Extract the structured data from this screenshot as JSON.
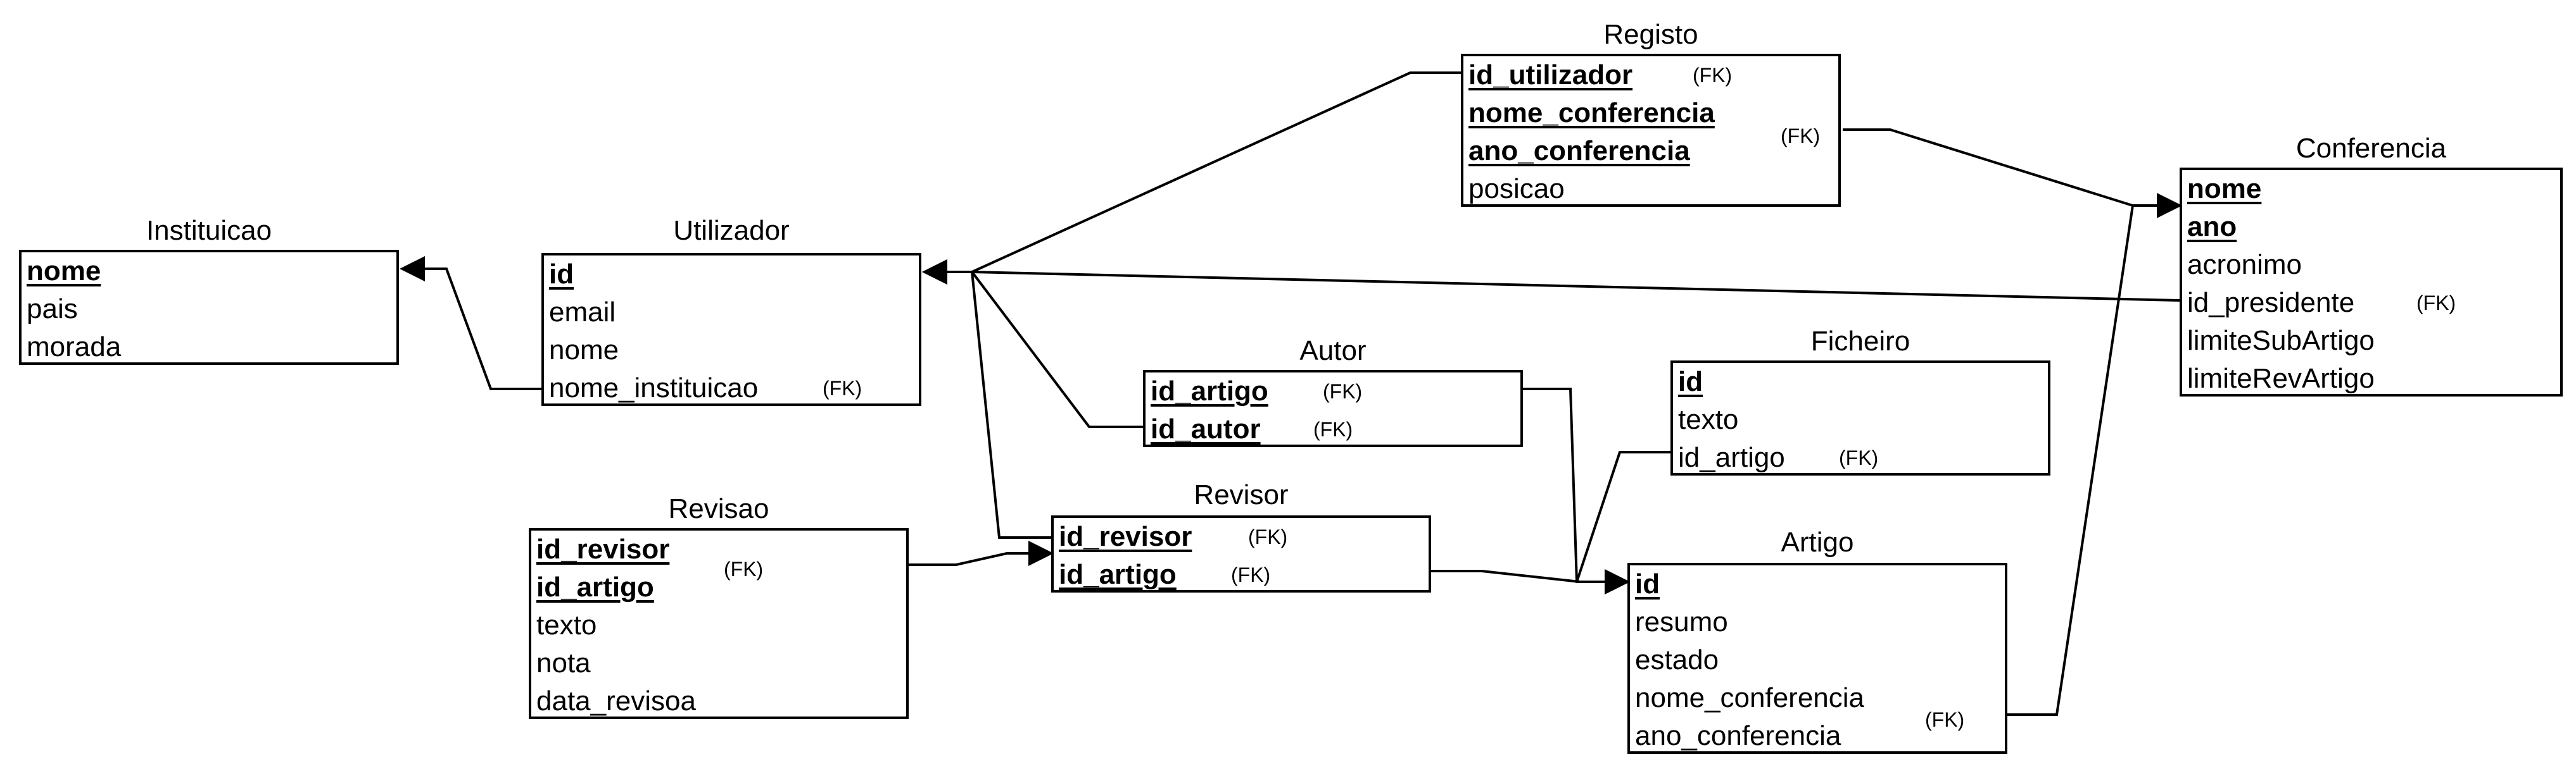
{
  "fk_marker": "(FK)",
  "entities": {
    "instituicao": {
      "title": "Instituicao",
      "rows": [
        "nome",
        "pais",
        "morada"
      ]
    },
    "utilizador": {
      "title": "Utilizador",
      "rows": [
        "id",
        "email",
        "nome",
        "nome_instituicao"
      ]
    },
    "registo": {
      "title": "Registo",
      "rows": [
        "id_utilizador",
        "nome_conferencia",
        "ano_conferencia",
        "posicao"
      ]
    },
    "conferencia": {
      "title": "Conferencia",
      "rows": [
        "nome",
        "ano",
        "acronimo",
        "id_presidente",
        "limiteSubArtigo",
        "limiteRevArtigo"
      ]
    },
    "autor": {
      "title": "Autor",
      "rows": [
        "id_artigo",
        "id_autor"
      ]
    },
    "ficheiro": {
      "title": "Ficheiro",
      "rows": [
        "id",
        "texto",
        "id_artigo"
      ]
    },
    "revisao": {
      "title": "Revisao",
      "rows": [
        "id_revisor",
        "id_artigo",
        "texto",
        "nota",
        "data_revisoa"
      ]
    },
    "revisor": {
      "title": "Revisor",
      "rows": [
        "id_revisor",
        "id_artigo"
      ]
    },
    "artigo": {
      "title": "Artigo",
      "rows": [
        "id",
        "resumo",
        "estado",
        "nome_conferencia",
        "ano_conferencia"
      ]
    }
  }
}
